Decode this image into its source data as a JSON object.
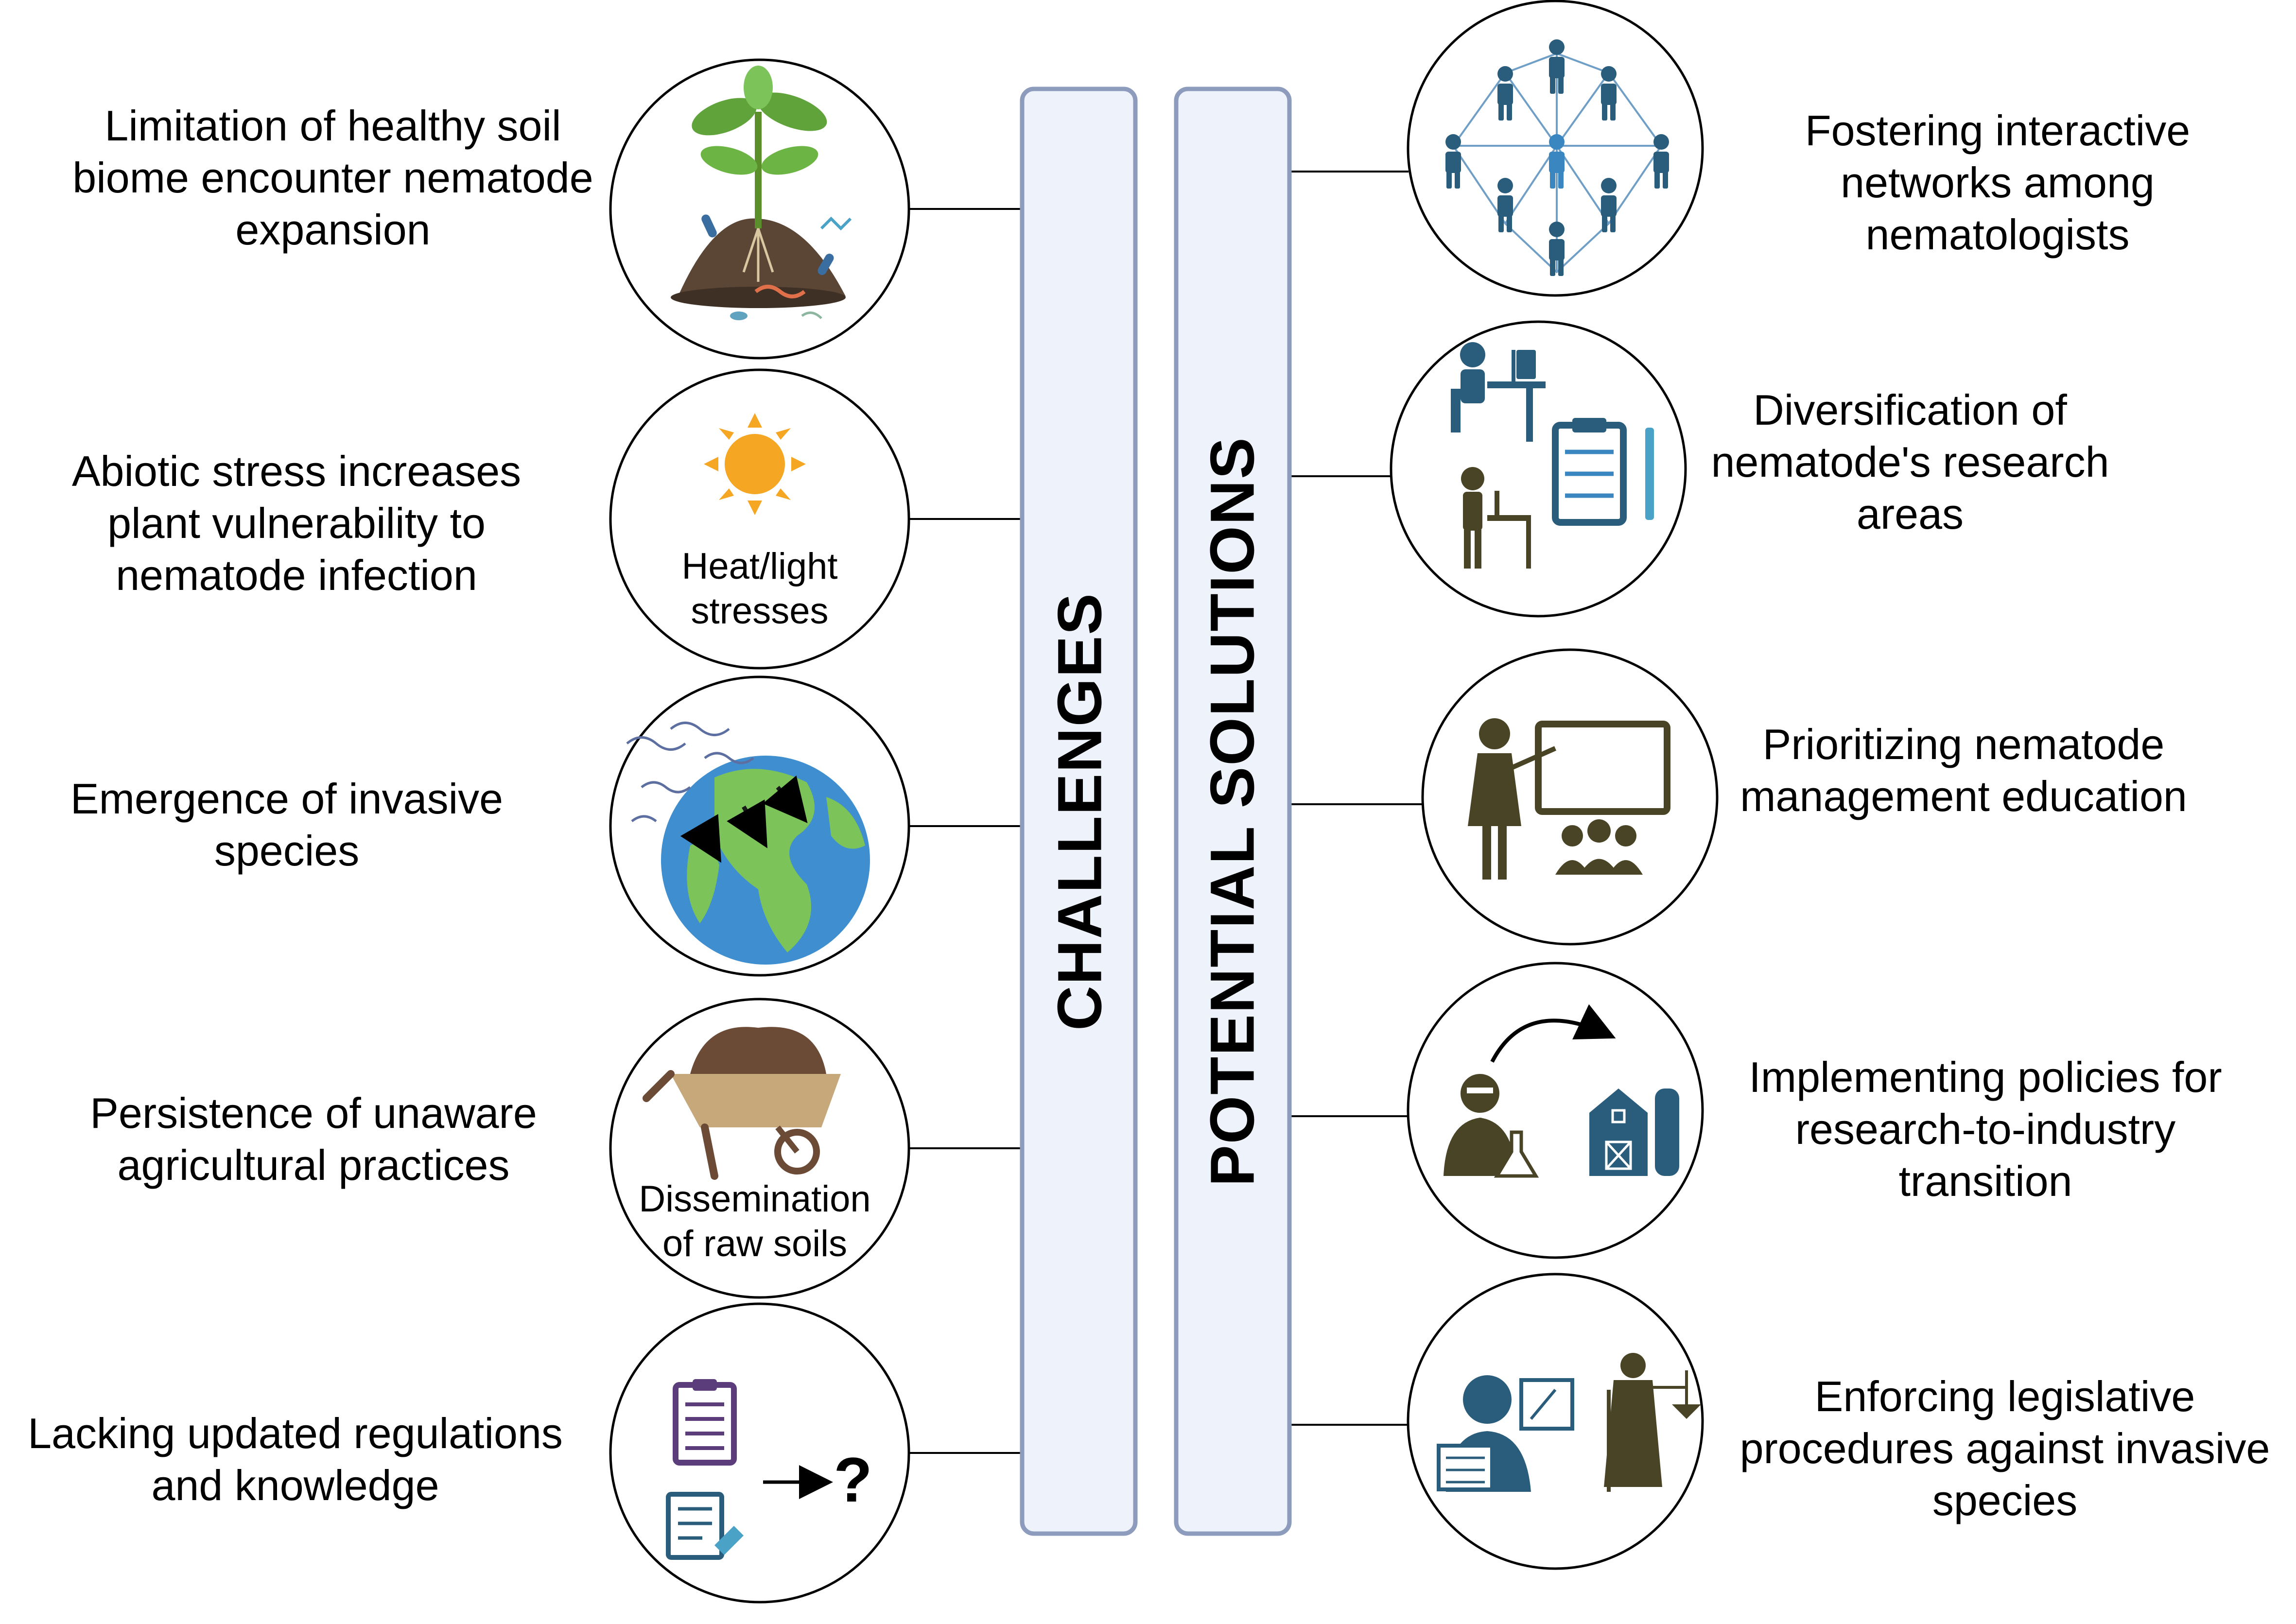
{
  "colors": {
    "bar_fill": "#eef2fa",
    "bar_stroke": "#8d9cbd",
    "line": "#000000",
    "accent_blue": "#2a5d7c",
    "olive": "#4a4426",
    "sun": "#f5a623",
    "soil_brown": "#6b4a36",
    "barrow_tan": "#c6a87a",
    "purple": "#5a3d7a",
    "earth_ocean": "#3f8fd0",
    "earth_land": "#7cc35a"
  },
  "columns": {
    "challenges": "CHALLENGES",
    "solutions": "POTENTIAL SOLUTIONS"
  },
  "challenges": [
    {
      "lines": [
        "Limitation of healthy soil",
        "biome encounter nematode",
        "expansion"
      ],
      "icon": "plant-soil-microbes-icon",
      "circle_text": []
    },
    {
      "lines": [
        "Abiotic stress increases",
        "plant vulnerability to",
        "nematode infection"
      ],
      "icon": "sun-icon",
      "circle_text": [
        "Heat/light",
        "stresses"
      ]
    },
    {
      "lines": [
        "Emergence of invasive",
        "species"
      ],
      "icon": "globe-invasion-icon",
      "circle_text": []
    },
    {
      "lines": [
        "Persistence of unaware",
        "agricultural practices"
      ],
      "icon": "wheelbarrow-soil-icon",
      "circle_text": [
        "Dissemination",
        "of raw soils"
      ]
    },
    {
      "lines": [
        "Lacking updated regulations",
        "and knowledge"
      ],
      "icon": "clipboard-question-icon",
      "circle_text": []
    }
  ],
  "solutions": [
    {
      "lines": [
        "Fostering interactive",
        "networks among",
        "nematologists"
      ],
      "icon": "people-network-icon"
    },
    {
      "lines": [
        "Diversification of",
        "nematode's research",
        "areas"
      ],
      "icon": "research-areas-icon"
    },
    {
      "lines": [
        "Prioritizing nematode",
        "management education"
      ],
      "icon": "teacher-board-icon"
    },
    {
      "lines": [
        "Implementing policies for",
        "research-to-industry",
        "transition"
      ],
      "icon": "lab-to-farm-icon"
    },
    {
      "lines": [
        "Enforcing legislative",
        "procedures against invasive",
        "species"
      ],
      "icon": "law-justice-icon"
    }
  ],
  "glyphs": {
    "question": "?"
  }
}
